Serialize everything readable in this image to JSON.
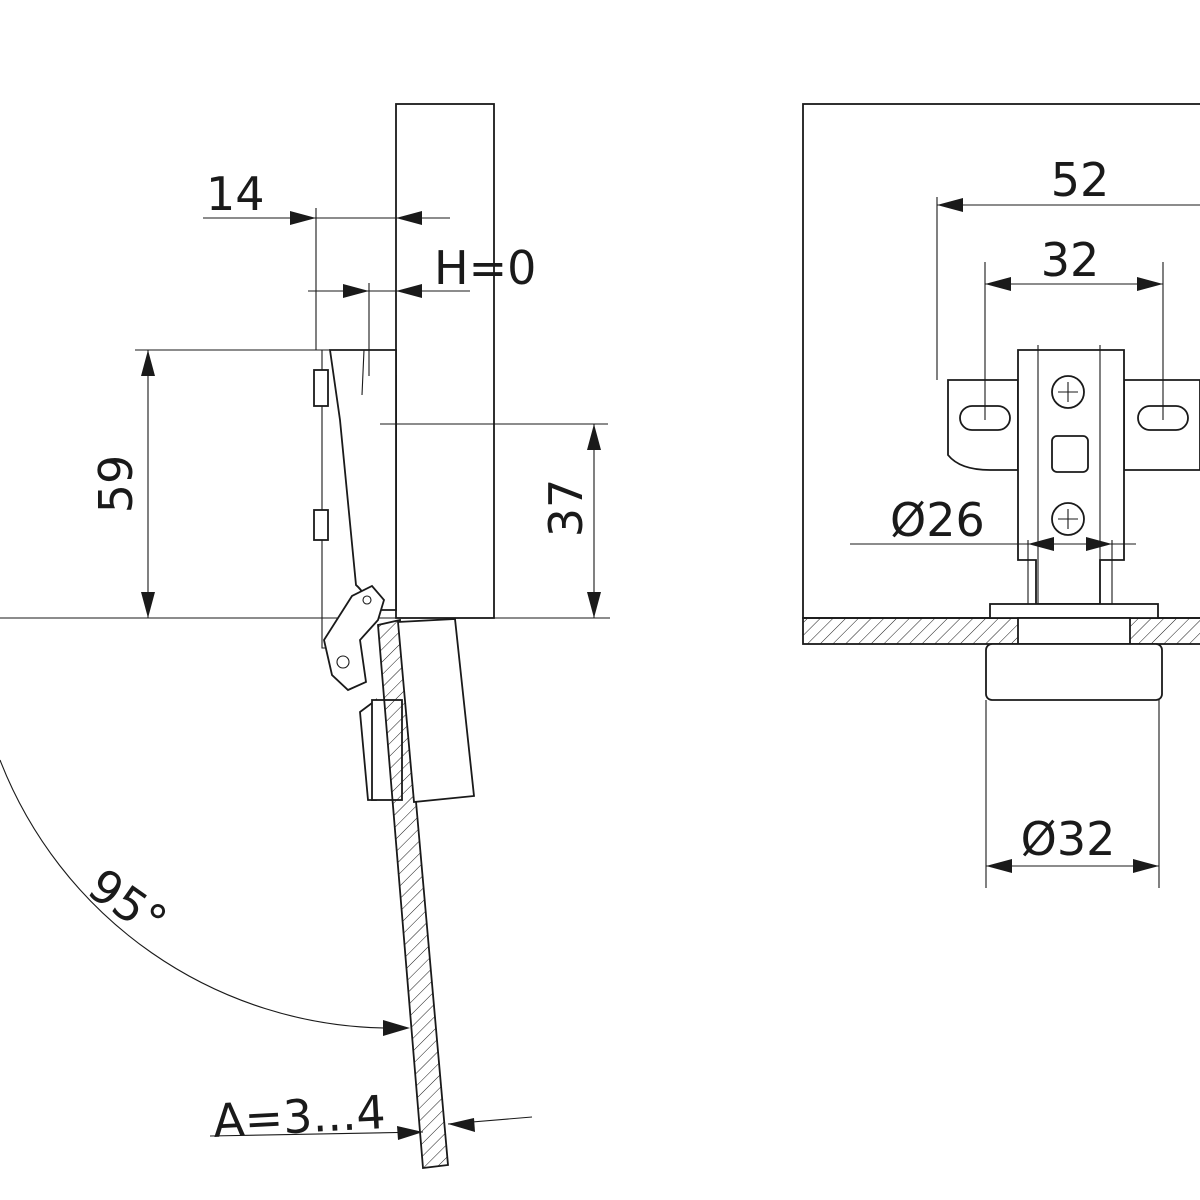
{
  "side_view": {
    "dim_overlay": "14",
    "dim_height": "H=0",
    "dim_plate_59": "59",
    "dim_cup_37": "37",
    "dim_angle": "95°",
    "dim_gap": "A=3...4"
  },
  "front_view": {
    "dim_width_52": "52",
    "dim_width_32": "32",
    "dim_diameter_26": "Ø26",
    "dim_diameter_32": "Ø32"
  }
}
